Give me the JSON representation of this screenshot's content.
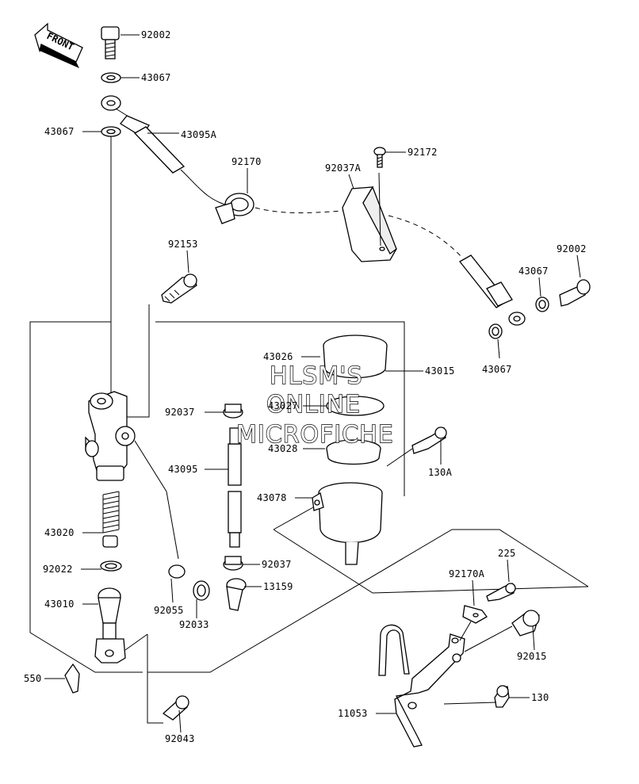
{
  "front_label": "FRONT",
  "watermark": [
    "HLSM'S",
    "ONLINE",
    "MICROFICHE"
  ],
  "labels": {
    "p92002_top": "92002",
    "p43067_top": "43067",
    "p43067_left": "43067",
    "p43095A": "43095A",
    "p92170": "92170",
    "p92037A": "92037A",
    "p92172": "92172",
    "p92002_right": "92002",
    "p43067_right1": "43067",
    "p43067_right2": "43067",
    "p92153": "92153",
    "p43026": "43026",
    "p43015": "43015",
    "p43027": "43027",
    "p92037_a": "92037",
    "p43028": "43028",
    "p130A": "130A",
    "p43095": "43095",
    "p43078": "43078",
    "p43020": "43020",
    "p92022": "92022",
    "p92037_b": "92037",
    "p13159": "13159",
    "p225": "225",
    "p92170A": "92170A",
    "p92055": "92055",
    "p92033": "92033",
    "p43010": "43010",
    "p92015": "92015",
    "p550": "550",
    "p130": "130",
    "p11053": "11053",
    "p92043": "92043"
  }
}
